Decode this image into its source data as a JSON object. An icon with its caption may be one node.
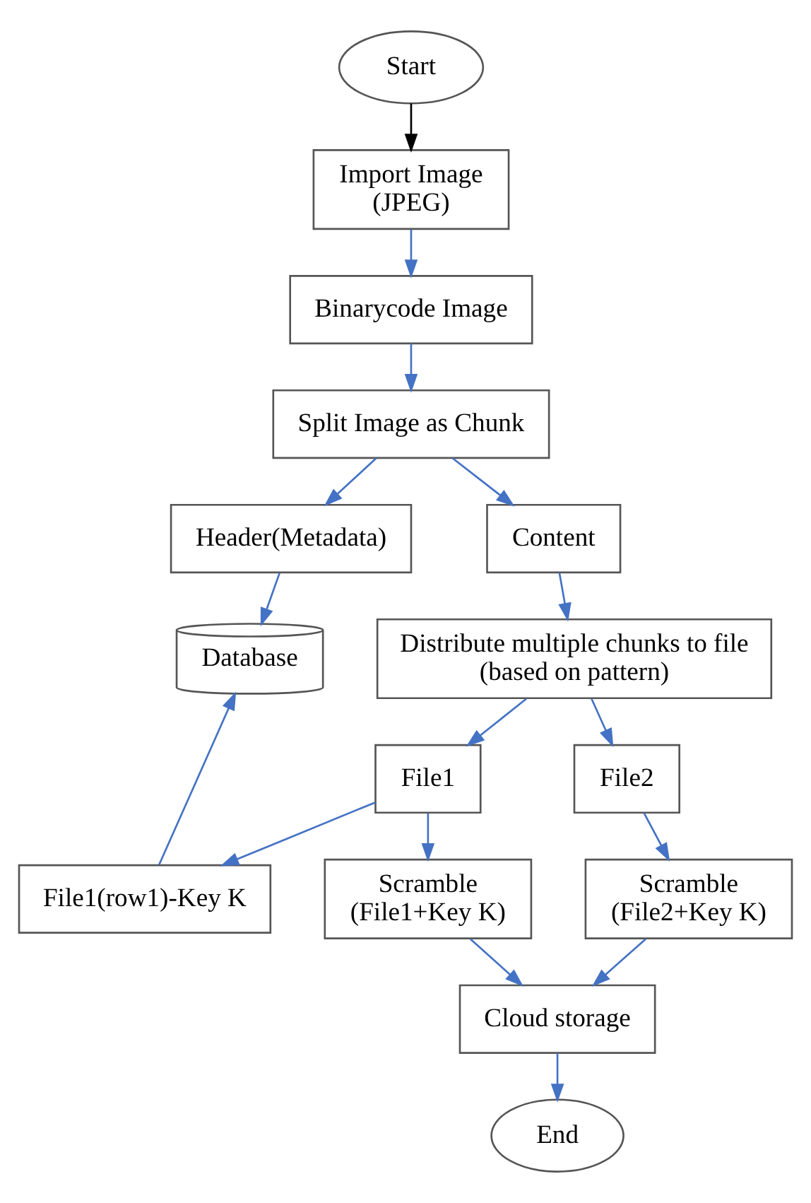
{
  "diagram": {
    "nodes": [
      {
        "text": [
          "Start"
        ]
      },
      {
        "text": [
          "Import Image (JPEG)"
        ]
      },
      {
        "text": [
          "Binarycode Image"
        ]
      },
      {
        "text": [
          "Split Image as Chunk"
        ]
      },
      {
        "text": [
          "Header(Metadata)"
        ]
      },
      {
        "text": [
          "Content"
        ]
      },
      {
        "text": [
          "Database"
        ]
      },
      {
        "text": [
          "Distribute multiple chunks to file (based on pattern)"
        ]
      },
      {
        "text": [
          "File1"
        ]
      },
      {
        "text": [
          "File2"
        ]
      },
      {
        "text": [
          "File1(row1)-Key K"
        ]
      },
      {
        "text": [
          "Scramble (File1+Key K)"
        ]
      },
      {
        "text": [
          "Scramble (File2+Key K)"
        ]
      },
      {
        "text": [
          "Cloud storage"
        ]
      },
      {
        "text": [
          "End"
        ]
      }
    ],
    "edges": [
      {
        "from": 0,
        "to": 1,
        "arrow": "to",
        "color": "#000000"
      },
      {
        "from": 1,
        "to": 2,
        "arrow": "to"
      },
      {
        "from": 2,
        "to": 3,
        "arrow": "to"
      },
      {
        "from": 3,
        "to": 4,
        "arrow": "to"
      },
      {
        "from": 3,
        "to": 5,
        "arrow": "to"
      },
      {
        "from": 4,
        "to": 6,
        "arrow": "to"
      },
      {
        "from": 5,
        "to": 7,
        "arrow": "to"
      },
      {
        "from": 7,
        "to": 8,
        "arrow": "to"
      },
      {
        "from": 7,
        "to": 9,
        "arrow": "to"
      },
      {
        "from": 8,
        "to": 10,
        "arrow": "to"
      },
      {
        "from": 10,
        "to": 6,
        "arrow": "to"
      },
      {
        "from": 8,
        "to": 11,
        "arrow": "to"
      },
      {
        "from": 9,
        "to": 12,
        "arrow": "to"
      },
      {
        "from": 11,
        "to": 13,
        "arrow": "to"
      },
      {
        "from": 12,
        "to": 13,
        "arrow": "to"
      },
      {
        "from": 13,
        "to": 14,
        "arrow": "to"
      }
    ]
  }
}
